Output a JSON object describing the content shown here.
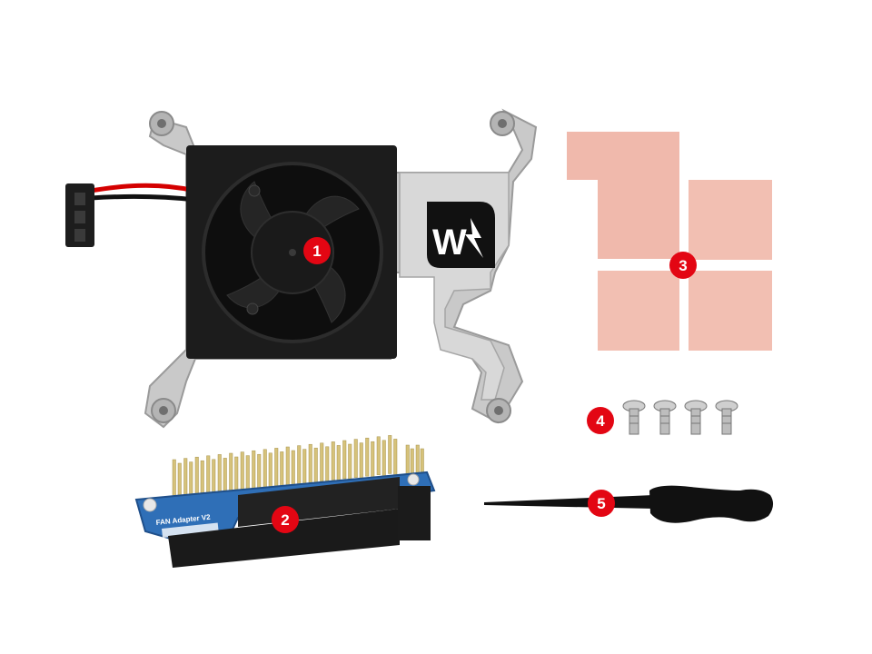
{
  "colors": {
    "badge": "#e30613",
    "fan_body": "#1c1c1c",
    "bracket": "#c9c9c9",
    "thermal_pad": "#f0b9ac",
    "pcb": "#2f6fb7",
    "header": "#1a1a1a",
    "pin": "#d6c27a",
    "cable_red": "#d40000",
    "cable_black": "#111111",
    "screwdriver": "#111111"
  },
  "logo": {
    "text": "W"
  },
  "board": {
    "label": "FAN Adapter V2"
  },
  "badges": [
    {
      "number": "1",
      "item": "fan-heatsink"
    },
    {
      "number": "2",
      "item": "fan-adapter-board"
    },
    {
      "number": "3",
      "item": "thermal-pads"
    },
    {
      "number": "4",
      "item": "screws"
    },
    {
      "number": "5",
      "item": "screwdriver"
    }
  ]
}
